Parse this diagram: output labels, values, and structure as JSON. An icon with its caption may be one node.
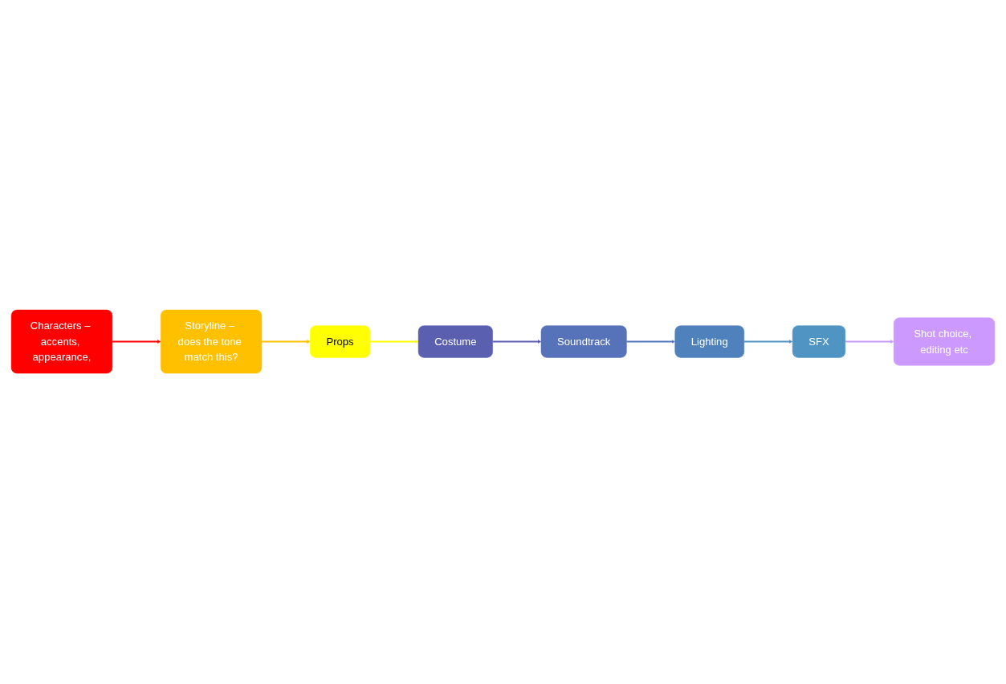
{
  "diagram": {
    "nodes": [
      {
        "text": [
          "Characters – accents, appearance,"
        ]
      },
      {
        "text": [
          "Storyline – does the tone match this?"
        ]
      },
      {
        "text": [
          "Props"
        ]
      },
      {
        "text": [
          "Costume"
        ]
      },
      {
        "text": [
          "Soundtrack"
        ]
      },
      {
        "text": [
          "Lighting"
        ]
      },
      {
        "text": [
          "SFX"
        ]
      },
      {
        "text": [
          "Shot choice, editing etc"
        ]
      }
    ],
    "edges": [
      {
        "from": 0,
        "to": 1,
        "arrow": "to",
        "color": "#ff0000"
      },
      {
        "from": 1,
        "to": 2,
        "arrow": "to",
        "color": "#ffc000"
      },
      {
        "from": 2,
        "to": 3,
        "arrow": "to",
        "color": "#ffff00"
      },
      {
        "from": 3,
        "to": 4,
        "arrow": "to",
        "color": "#5a5fb0"
      },
      {
        "from": 4,
        "to": 5,
        "arrow": "to",
        "color": "#5276bd"
      },
      {
        "from": 5,
        "to": 6,
        "arrow": "to",
        "color": "#4f94c2"
      },
      {
        "from": 6,
        "to": 7,
        "arrow": "to",
        "color": "#cc99ff"
      }
    ]
  }
}
